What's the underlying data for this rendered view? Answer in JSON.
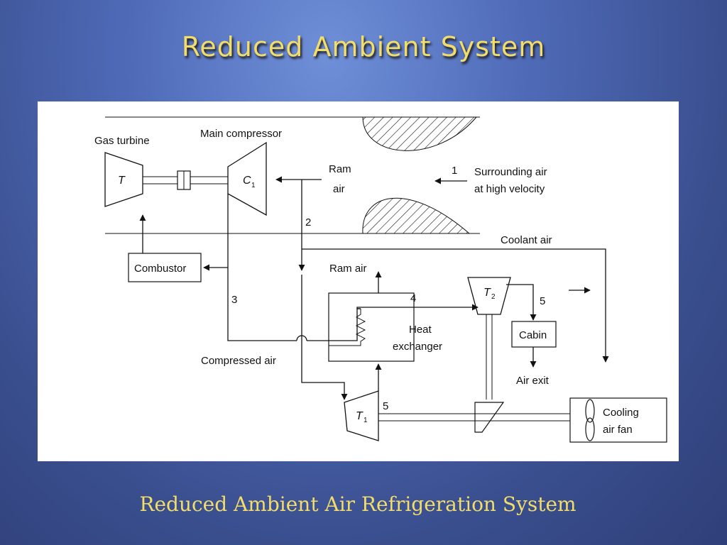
{
  "title": "Reduced Ambient System",
  "caption": "Reduced Ambient Air Refrigeration System",
  "diagram": {
    "labels": {
      "gas_turbine": "Gas turbine",
      "main_compressor": "Main compressor",
      "turbine_symbol": "T",
      "compressor_symbol": "C",
      "compressor_sub": "1",
      "ram_air_top": "Ram",
      "ram_air_bottom": "air",
      "station_1": "1",
      "surrounding_1": "Surrounding air",
      "surrounding_2": "at high velocity",
      "station_2": "2",
      "coolant_air": "Coolant air",
      "combustor": "Combustor",
      "ram_air": "Ram air",
      "station_3": "3",
      "station_4": "4",
      "t2_symbol": "T",
      "t2_sub": "2",
      "station_5a": "5",
      "heat_1": "Heat",
      "heat_2": "exchanger",
      "cabin": "Cabin",
      "air_exit": "Air exit",
      "compressed_air": "Compressed air",
      "t1_symbol": "T",
      "t1_sub": "1",
      "station_5b": "5",
      "cooling_1": "Cooling",
      "cooling_2": "air fan"
    }
  }
}
